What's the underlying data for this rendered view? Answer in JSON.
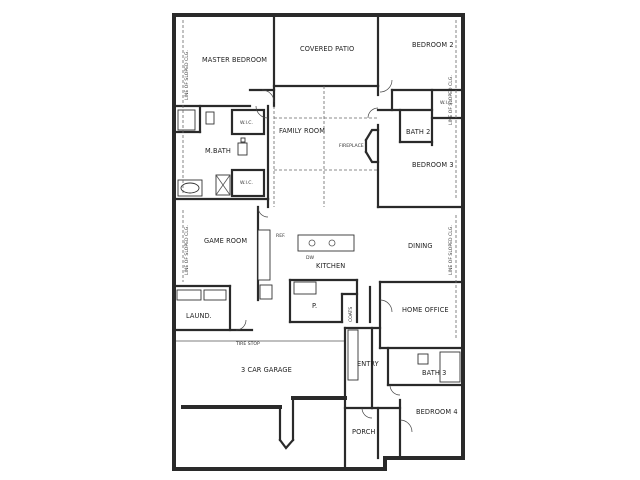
{
  "rooms": {
    "master_bedroom": "MASTER BEDROOM",
    "covered_patio": "COVERED PATIO",
    "bedroom_2": "BEDROOM 2",
    "wic_1": "W.I.C.",
    "wic_2": "W.I.C.",
    "wic_3": "W.I.C.",
    "family_room": "FAMILY ROOM",
    "bath_2": "BATH 2",
    "fireplace": "FIREPLACE",
    "mbath": "M.BATH",
    "bedroom_3": "BEDROOM 3",
    "game_room": "GAME ROOM",
    "ref": "REF.",
    "dw": "DW",
    "kitchen": "KITCHEN",
    "dining": "DINING",
    "laund": "LAUND.",
    "pantry": "P.",
    "coats": "COATS",
    "home_office": "HOME OFFICE",
    "garage": "3 CAR GARAGE",
    "entry": "ENTRY",
    "bath_3": "BATH 3",
    "bedroom_4": "BEDROOM 4",
    "porch": "PORCH",
    "tire_stop": "TIRE STOP"
  },
  "notes": {
    "sloped_left_top": "LINE OF SLOPED CLG.",
    "sloped_left_game": "LINE OF SLOPED CLG.",
    "sloped_right_dining": "LINE OF SLOPED CLG.",
    "sloped_right_top": "LINE OF SLOPED CLG."
  }
}
